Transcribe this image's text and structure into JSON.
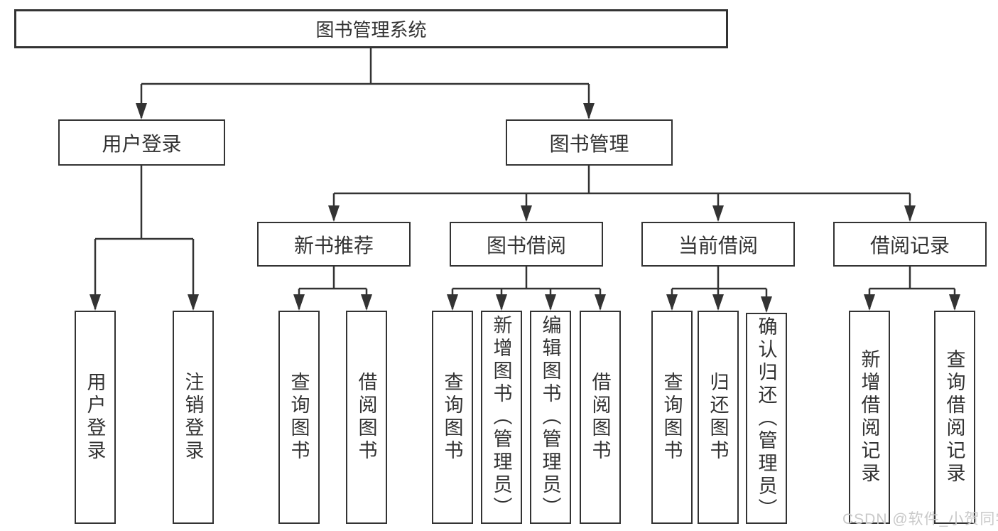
{
  "root": {
    "label": "图书管理系统"
  },
  "level1": [
    {
      "label": "用户登录"
    },
    {
      "label": "图书管理"
    }
  ],
  "level2": [
    {
      "label": "新书推荐"
    },
    {
      "label": "图书借阅"
    },
    {
      "label": "当前借阅"
    },
    {
      "label": "借阅记录"
    }
  ],
  "leaves": {
    "user_login": [
      {
        "label": "用户登录"
      },
      {
        "label": "注销登录"
      }
    ],
    "new_books": [
      {
        "label": "查询图书"
      },
      {
        "label": "借阅图书"
      }
    ],
    "book_borrow": [
      {
        "label": "查询图书"
      },
      {
        "label": "新增图书（管理员）"
      },
      {
        "label": "编辑图书（管理员）"
      },
      {
        "label": "借阅图书"
      }
    ],
    "current_borrow": [
      {
        "label": "查询图书"
      },
      {
        "label": "归还图书"
      },
      {
        "label": "确认归还（管理员）"
      }
    ],
    "borrow_records": [
      {
        "label": "新增借阅记录"
      },
      {
        "label": "查询借阅记录"
      }
    ]
  },
  "watermark": {
    "text": "CSDN @软件_小贺同学"
  },
  "colors": {
    "line": "#333333",
    "text": "#333333",
    "box_background": "#ffffff",
    "page_background": "#ffffff",
    "watermark": "#c9c9c9"
  }
}
